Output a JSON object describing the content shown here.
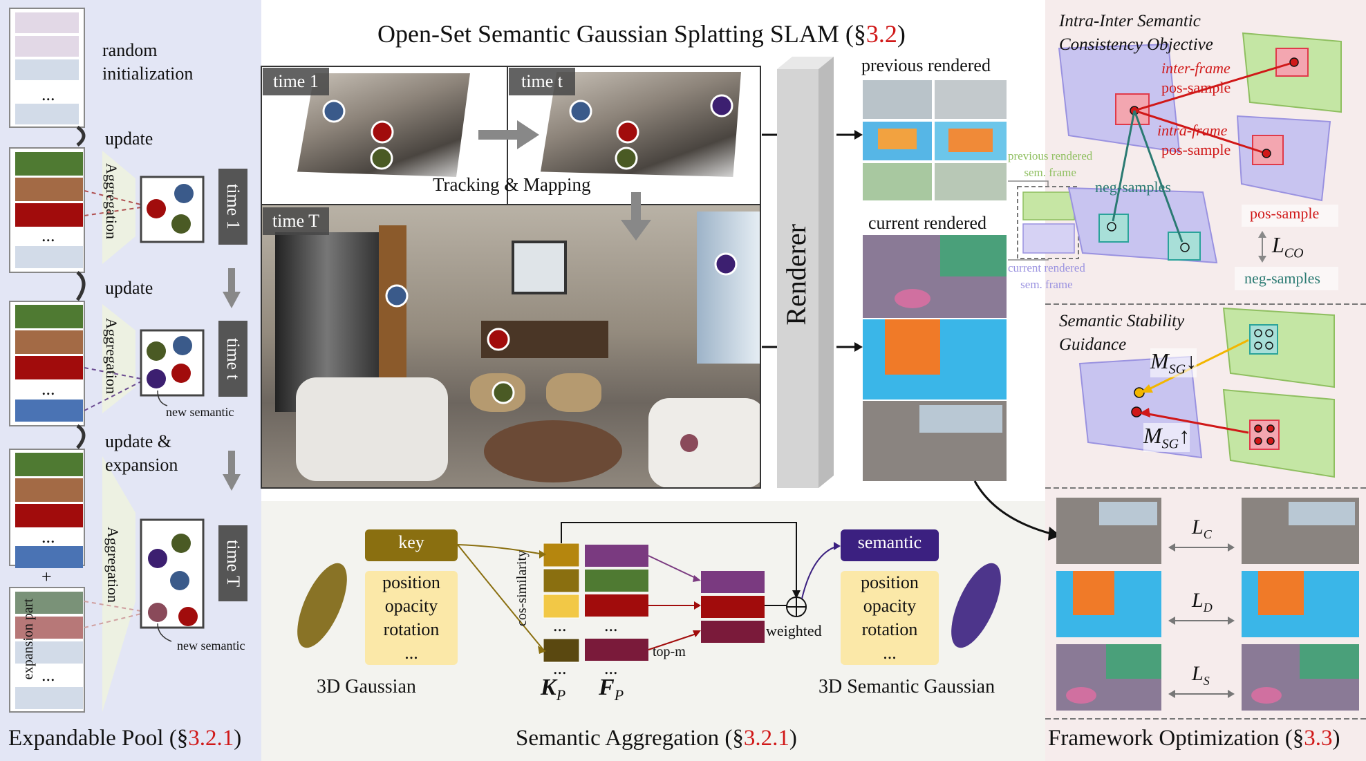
{
  "title": {
    "prefix": "Open-Set Semantic Gaussian Splatting SLAM (§",
    "ref": "3.2",
    "suffix": ")"
  },
  "pool": {
    "random_init": [
      "random",
      "initialization"
    ],
    "update1": "update",
    "update2": "update",
    "update3": [
      "update &",
      "expansion"
    ],
    "aggregation": "Aggregation",
    "new_semantic": "new semantic",
    "expansion_part": "expansion part",
    "plus": "+",
    "ellipsis": "...",
    "times": [
      "time 1",
      "time t",
      "time T"
    ],
    "caption_prefix": "Expandable Pool (§",
    "caption_ref": "3.2.1",
    "caption_suffix": ")"
  },
  "slam": {
    "time1": "time 1",
    "timet": "time t",
    "timeT": "time T",
    "tracking": "Tracking & Mapping",
    "renderer": "Renderer",
    "previous_rendered": "previous rendered",
    "current_rendered": "current rendered",
    "prev_sem_frame": [
      "previous rendered",
      "sem. frame"
    ],
    "cur_sem_frame": [
      "current rendered",
      "sem. frame"
    ]
  },
  "aggregation": {
    "key": "key",
    "semantic": "semantic",
    "attrs": [
      "position",
      "opacity",
      "rotation",
      "..."
    ],
    "gaussian_3d": "3D Gaussian",
    "semantic_gaussian_3d": "3D Semantic Gaussian",
    "cos_similarity": "cos-similarity",
    "top_m": "top-m",
    "weighted": "weighted",
    "kp": "K",
    "kp_sub": "P",
    "fp": "F",
    "fp_sub": "P",
    "caption_prefix": "Semantic Aggregation (§",
    "caption_ref": "3.2.1",
    "caption_suffix": ")"
  },
  "optim": {
    "consistency_title": [
      "Intra-Inter Semantic",
      "Consistency Objective"
    ],
    "inter_frame": "inter-frame",
    "intra_frame": "intra-frame",
    "pos_sample": "pos-sample",
    "neg_samples": "neg-samples",
    "loss_co": "L",
    "loss_co_sub": "CO",
    "stability_title": [
      "Semantic Stability",
      "Guidance"
    ],
    "msg": "M",
    "msg_sub": "SG",
    "down": "↓",
    "up": "↑",
    "loss_c": "L",
    "loss_c_sub": "C",
    "loss_d": "L",
    "loss_d_sub": "D",
    "loss_s": "L",
    "loss_s_sub": "S",
    "caption_prefix": "Framework Optimization (§",
    "caption_ref": "3.3",
    "caption_suffix": ")"
  },
  "colors": {
    "green": "#4f7a32",
    "brown": "#a36a45",
    "darkred": "#a10c0c",
    "blue": "#4a73b4",
    "navy": "#3a5a8a",
    "purple": "#3c1f70",
    "mauve": "#8a4a5a",
    "olive": "#7d6510",
    "gold": "#c8a019",
    "keyfill": "#8a6f10",
    "semfill": "#3b2080",
    "attrfill": "#fbe8a8",
    "red": "#d01818"
  }
}
